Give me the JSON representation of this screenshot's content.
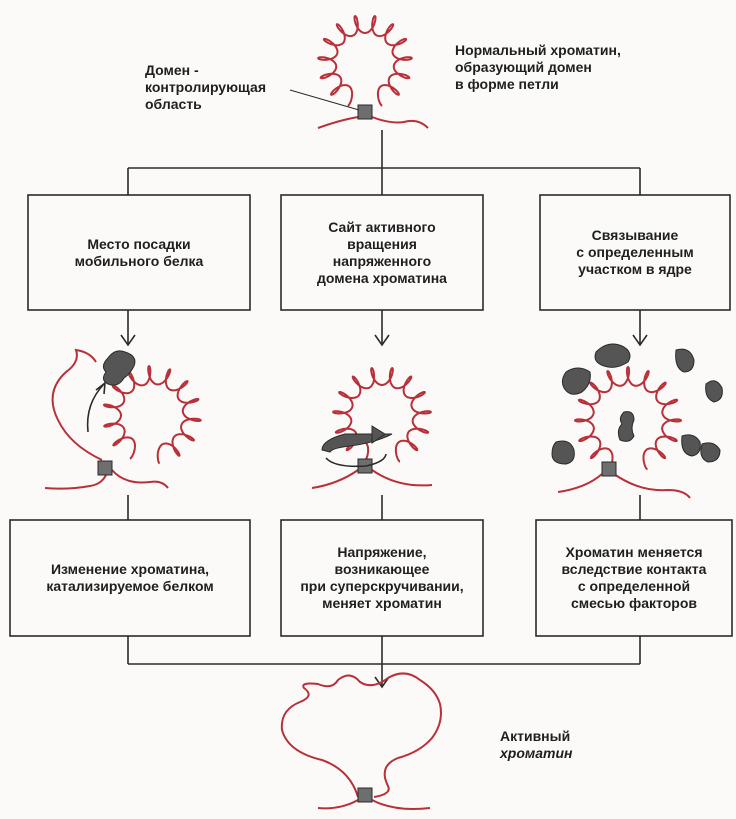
{
  "top": {
    "normal_chromatin": "Нормальный хроматин,\nобразующий домен\nв форме петли",
    "domain_control": "Домен -\nконтролирующая\nобласть"
  },
  "boxes": [
    {
      "text": "Место посадки\nмобильного  белка"
    },
    {
      "text": "Сайт активного\nвращения\nнапряженного\nдомена хроматина"
    },
    {
      "text": "Связывание\nс определенным\nучастком в ядре"
    }
  ],
  "results": [
    {
      "text": "Изменение хроматина,\nкатализируемое белком"
    },
    {
      "text": "Напряжение,\nвозникающее\nпри суперскручивании,\nменяет хроматин"
    },
    {
      "text": "Хроматин меняется\nвследствие контакта\nс определенной\nсмесью факторов"
    }
  ],
  "bottom": {
    "active_chromatin_line1": "Активный",
    "active_chromatin_line2": "хроматин"
  },
  "colors": {
    "chromatin": "#b8313a",
    "line": "#2b2b2b",
    "anchor": "#6e6e6e",
    "protein": "#555555"
  }
}
